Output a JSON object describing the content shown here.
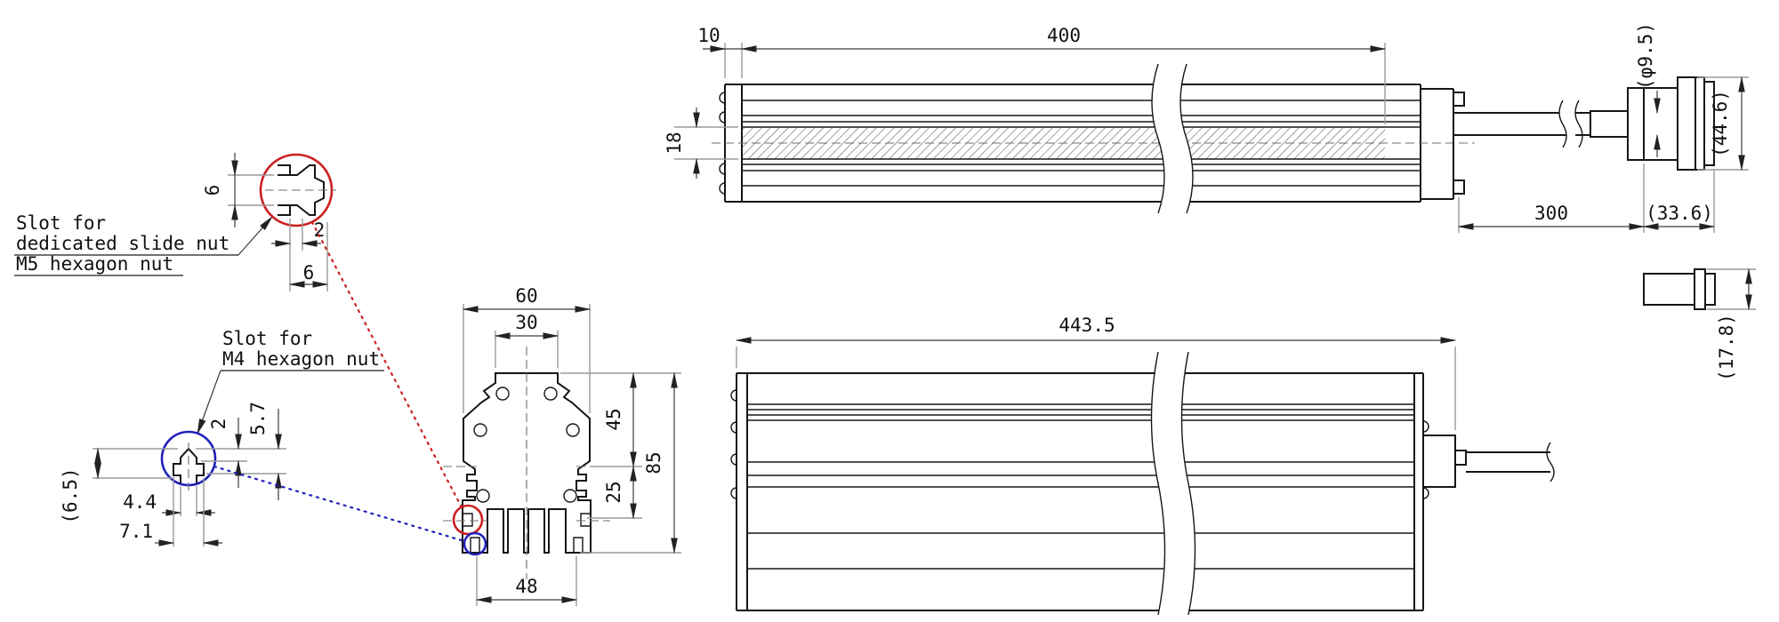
{
  "notes": {
    "m5": {
      "line1": "Slot for",
      "line2": "dedicated slide nut",
      "line3": "M5 hexagon nut"
    },
    "m4": {
      "line1": "Slot for",
      "line2": "M4 hexagon nut"
    }
  },
  "dims": {
    "detail_m5": {
      "gap": "6",
      "lip": "2",
      "throat": "6"
    },
    "detail_m4": {
      "height": "(6.5)",
      "inner_width": "4.4",
      "outer_width": "7.1",
      "lip": "2",
      "depth": "5.7"
    },
    "section": {
      "overall_width": "60",
      "top_width": "30",
      "upper_height": "45",
      "lower_height": "25",
      "overall_height": "85",
      "bottom_width": "48"
    },
    "side": {
      "end_cap": "10",
      "emitting_window": "400",
      "window_height": "18",
      "cable_diameter": "(φ9.5)",
      "connector_height": "(44.6)",
      "cable_length": "300",
      "connector_length": "(33.6)"
    },
    "back": {
      "overall_length": "443.5"
    },
    "mating": {
      "height": "(17.8)"
    }
  },
  "colors": {
    "m5_highlight": "#cc2020",
    "m4_highlight": "#2020bb",
    "object_line": "#161616",
    "dim_line": "#3c3c3c"
  }
}
